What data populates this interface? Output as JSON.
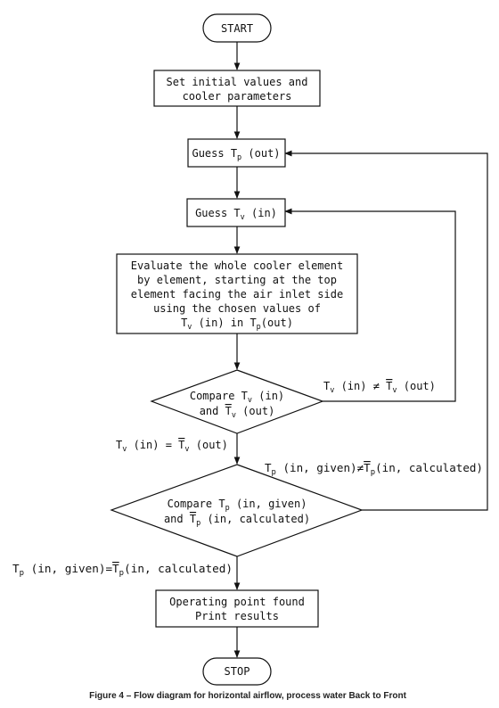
{
  "nodes": {
    "start": "START",
    "init": [
      "Set initial values and",
      "cooler parameters"
    ],
    "guess_tp": {
      "a": "Guess T",
      "sub": "p",
      "b": " (out)"
    },
    "guess_tv": {
      "a": "Guess T",
      "sub": "v",
      "b": " (in)"
    },
    "evaluate": {
      "lines": [
        "Evaluate the whole cooler element",
        "by element, starting at the top",
        "element facing the air inlet side",
        "using the chosen values of"
      ],
      "last": {
        "a": "T",
        "s1": "v",
        "b": " (in) in T",
        "s2": "p",
        "c": "(out)"
      }
    },
    "compare_tv": {
      "l1": {
        "a": "Compare T",
        "sub": "v",
        "b": " (in)"
      },
      "l2": {
        "a": "and ",
        "bar": "T",
        "sub": "v",
        "b": " (out)"
      }
    },
    "compare_tp": {
      "l1": {
        "a": "Compare T",
        "sub": "p",
        "b": " (in, given)"
      },
      "l2": {
        "a": "and ",
        "bar": "T",
        "sub": "p",
        "b": " (in, calculated)"
      }
    },
    "operating": [
      "Operating point found",
      "Print results"
    ],
    "stop": "STOP"
  },
  "edge_labels": {
    "tv_neq": {
      "a": "T",
      "s1": "v",
      "b": " (in) ≠ ",
      "bar": "T",
      "s2": "v",
      "c": " (out)"
    },
    "tv_eq": {
      "a": "T",
      "s1": "v",
      "b": " (in) = ",
      "bar": "T",
      "s2": "v",
      "c": " (out)"
    },
    "tp_neq": {
      "a": "T",
      "s1": "p",
      "b": " (in, given)≠",
      "bar": "T",
      "s2": "p",
      "c": "(in, calculated)"
    },
    "tp_eq": {
      "a": "T",
      "s1": "p",
      "b": " (in, given)=",
      "bar": "T",
      "s2": "p",
      "c": "(in, calculated)"
    }
  },
  "caption": "Figure 4 – Flow diagram for horizontal airflow, process water Back to Front"
}
